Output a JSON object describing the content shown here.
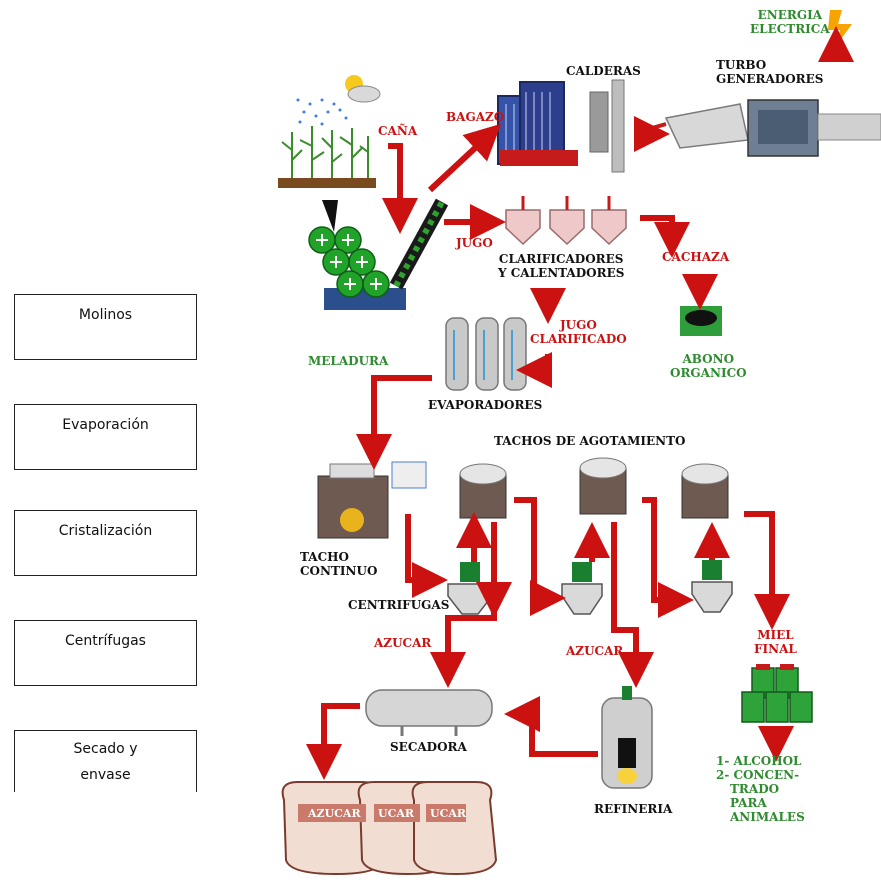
{
  "steps": [
    "Molinos",
    "Evaporación",
    "Cristalización",
    "Centrífugas",
    "Secado y",
    "envase"
  ],
  "labels": {
    "energia": "ENERGIA",
    "electrica": "ELECTRICA",
    "calderas": "CALDERAS",
    "turbo": "TURBO",
    "generadores": "GENERADORES",
    "cana": "CAÑA",
    "bagazo": "BAGAZO",
    "jugo": "JUGO",
    "clarificadores": "CLARIFICADORES",
    "calentadores": "Y CALENTADORES",
    "cachaza": "CACHAZA",
    "jugo2": "JUGO",
    "clarificado": "CLARIFICADO",
    "abono": "ABONO",
    "organico": "ORGANICO",
    "meladura": "MELADURA",
    "evaporadores": "EVAPORADORES",
    "tachos": "TACHOS DE AGOTAMIENTO",
    "tacho": "TACHO",
    "continuo": "CONTINUO",
    "centrifugas": "CENTRIFUGAS",
    "azucar1": "AZUCAR",
    "azucar2": "AZUCAR",
    "miel": "MIEL",
    "final": "FINAL",
    "secadora": "SECADORA",
    "refineria": "REFINERIA",
    "alcohol": "1- ALCOHOL",
    "concen": "2- CONCEN-",
    "trado": "TRADO",
    "para": "PARA",
    "animales": "ANIMALES",
    "bag1": "AZUCAR",
    "bag2": "UCAR",
    "bag3": "UCAR"
  },
  "colors": {
    "arrow": "#cc1111",
    "label_red": "#cc1111",
    "label_green": "#2e8b2e"
  }
}
